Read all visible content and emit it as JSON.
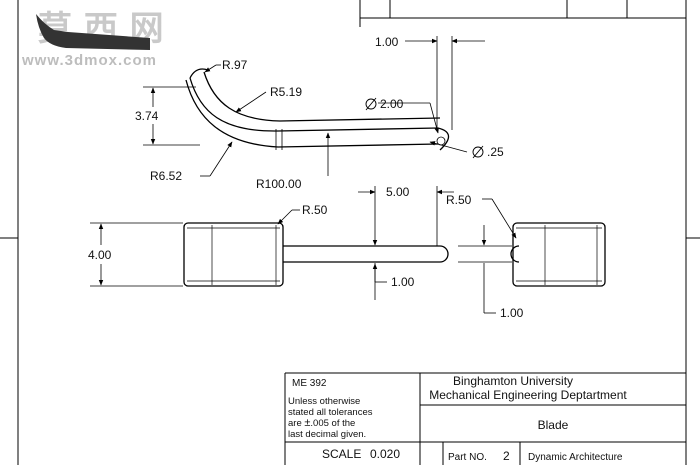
{
  "watermark": {
    "chinese": "莫 西 网",
    "url": "www.3dmox.com"
  },
  "dimensions": {
    "r097": "R.97",
    "r519": "R5.19",
    "d374": "3.74",
    "r652": "R6.52",
    "r10000": "R100.00",
    "d100_top": "1.00",
    "dia200": "2.00",
    "dia025": ".25",
    "r050_left": "R.50",
    "d400": "4.00",
    "d500": "5.00",
    "d100_mid": "1.00",
    "r050_right": "R.50",
    "d100_right": "1.00"
  },
  "title_block": {
    "course": "ME 392",
    "note_l1": "Unless otherwise",
    "note_l2": "stated all tolerances",
    "note_l3_pre": "are ",
    "note_l3_pm": "±",
    "note_l3_post": ".005 of the",
    "note_l4": "last decimal given.",
    "university": "Binghamton University",
    "department": "Mechanical Engineering Deptartment",
    "part_name": "Blade",
    "scale_label": "SCALE",
    "scale_value": "0.020",
    "part_no_label": "Part NO.",
    "part_no_value": "2",
    "assembly": "Dynamic Architecture"
  }
}
